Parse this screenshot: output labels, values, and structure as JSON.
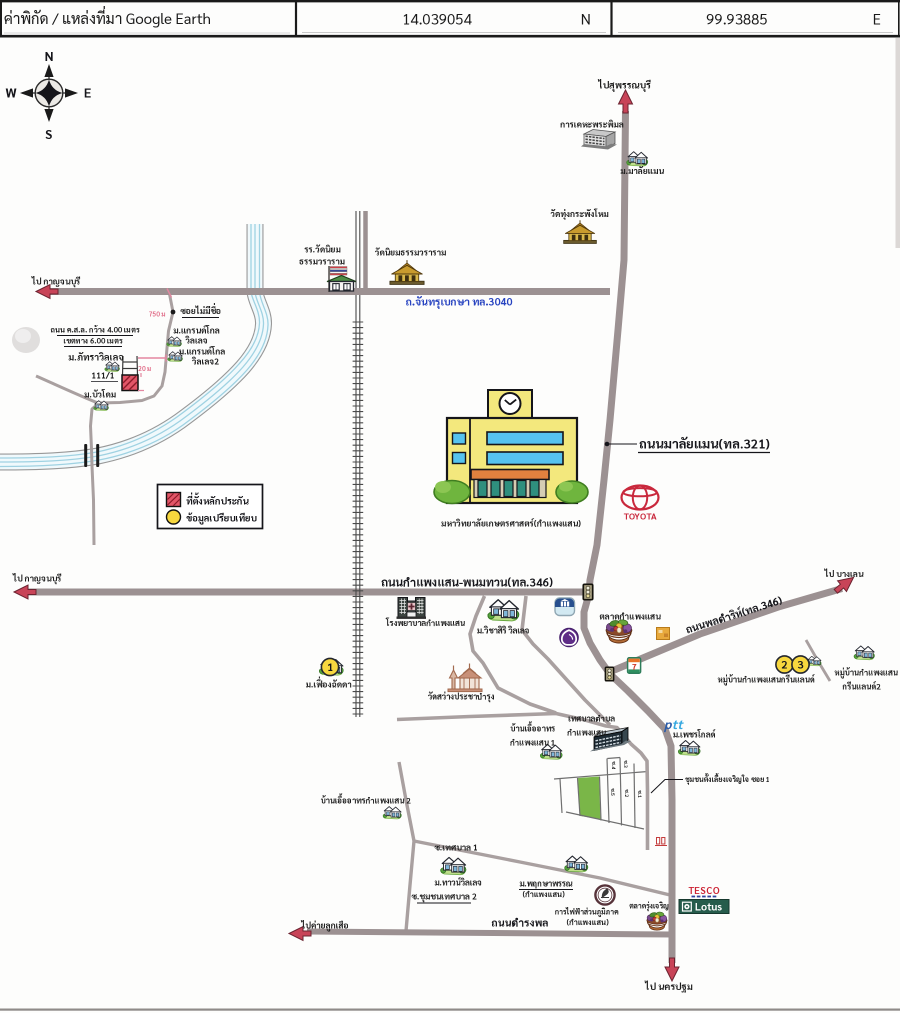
{
  "header": {
    "title": "ค่าพิกัด / แหล่งที่มา Google Earth",
    "latitude": "14.039054",
    "latitude_dir": "N",
    "longitude": "99.93885",
    "longitude_dir": "E"
  },
  "compass": {
    "n": "N",
    "s": "S",
    "e": "E",
    "w": "W"
  },
  "legend": {
    "collateral_location": "ที่ตั้งหลักประกัน",
    "comparable_data": "ข้อมูลเปรียบเทียบ"
  },
  "markers": {
    "m1": "1",
    "m2": "2",
    "m3": "3"
  },
  "logos": {
    "toyota": "TOYOTA",
    "tesco": "TESCO",
    "lotus": "Lotus",
    "ptt_p": "p",
    "ptt_tt": "tt",
    "seven": "7"
  },
  "map": {
    "roads": {
      "chantrubeksa": "ถ.จันทรุเบกษา ทล.3040",
      "malaiman": "ถนนมาลัยแมน(ทล.321)",
      "kps_phanomthuan": "ถนนกำแพงแสน-พนมทวน(ทล.346)",
      "phondamri": "ถนนพลดำริห์(ทล.346)",
      "damrongphon": "ถนนดำรงพล",
      "soi_tessaban1": "ซ.เทศบาล 1",
      "soi_chumchon_tessaban2": "ซ.ชุมชนเทศบาล 2",
      "soi_no_name": "ซอยไม่มีชื่อ",
      "concrete_road_note": "ถนน ค.ส.ล. กว้าง 4.00 เมตร",
      "row_note": "เขตทาง 6.00 เมตร"
    },
    "directions": {
      "suphanburi": "ไปสุพรรณบุรี",
      "kanchanaburi_top": "ไป กาญจนบุรี",
      "kanchanaburi_mid": "ไป กาญจนบุรี",
      "banglen": "ไป บางเลน",
      "nakhonpathom": "ไป นครปฐม",
      "scout_camp": "ไปค่ายลูกเสือ"
    },
    "labels": {
      "kankeha": "การเคหะพระพิมล",
      "malaiman_village": "ม.มาลัยแมน",
      "wat_thung": "วัดทุ่งกระพังโหม",
      "wat_niyom": "วัดนิยมธรรมวราราม",
      "school_l1": "รร.วัดนิยม",
      "school_l2": "ธรรมวราราม",
      "dist_750": "750 ม",
      "dist_20": "20 ม",
      "grand1_l1": "ม.แกรนด์โกล",
      "grand1_l2": "วิลเลจ",
      "grand2_l1": "ม.แกรนด์โกล",
      "grand2_l2": "วิลเลจ2",
      "pattra": "ม.ภัทราวิลเลจ",
      "house_no": "111/1",
      "buadome": "ม.บัวโดม",
      "university": "มหาวิทยาลัยเกษตรศาสตร์(กำแพงแสน)",
      "hospital": "โรงพยาบาลกำแพงแสน",
      "wichasiri": "ม.วิชาสิริ วิลเลจ",
      "talad_kps": "ตลาดกำแพงแสน",
      "greenland1": "หมู่บ้านกำแพงแสนกรีนแลนด์",
      "greenland2_l1": "หมู่บ้านกำแพงแสน",
      "greenland2_l2": "กรีนแลนด์2",
      "fuangchadda": "ม.เฟื่องฉัดดา",
      "wat_sawang": "วัดสว่างประชาบำรุง",
      "tessaban_l1": "เทศบาลตำบล",
      "tessaban_l2": "กำแพงแสน",
      "uaarthorn1_l1": "บ้านเอื้ออาทร",
      "uaarthorn1_l2": "กำแพงแสน 1",
      "phetgold": "ม.เพชรโกลด์",
      "chumchon_soi1": "ชุมชนตั้งเลี้ยงเจริญใจ ซอย 1",
      "uaarthorn2": "บ้านเอื้ออาทรกำแพงแสน 2",
      "townvillage": "ม.ทาวน์วิลเลจ",
      "phruksa_l1": "ม.พฤกษาพรรณ",
      "phruksa_l2": "(กำแพงแสน)",
      "pea_l1": "การไฟฟ้าส่วนภูมิภาค",
      "pea_l2": "(กำแพงแสน)",
      "talad_rung": "ตลาดรุ่งเจริญ",
      "soi1": "ซ.1",
      "soi2": "ซ.2",
      "soi3": "ซ.3",
      "soi4": "ซ.4",
      "soi5": "ซ.5"
    },
    "colors": {
      "road": "#9c9192",
      "road_minor": "#a9a0a0",
      "railway": "#4a4a4a",
      "canal": "#aadcea",
      "arrow_red": "#c84458",
      "label_blue": "#2743c0",
      "dim_pink": "#e06a86",
      "legend_red": "#e25668",
      "marker_yellow": "#f7d73e",
      "building_yellow": "#f3e87d",
      "window_blue": "#56c3ef",
      "bush_green": "#6fb53e",
      "toyota_red": "#c9283c",
      "tesco_red": "#cc2233",
      "lotus_green": "#265c4c",
      "scb_purple": "#5e2c87",
      "ptt_blue": "#2a5caa"
    }
  }
}
